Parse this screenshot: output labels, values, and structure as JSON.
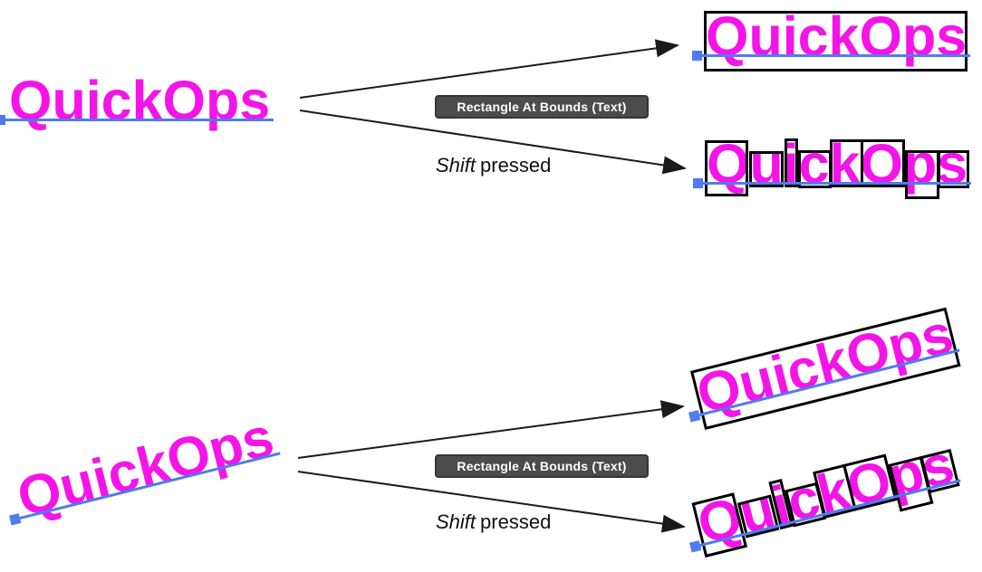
{
  "word": "QuickOps",
  "button_label": "Rectangle At Bounds (Text)",
  "shift_note": {
    "key": "Shift",
    "text": "pressed"
  },
  "colors": {
    "word_fill": "#F414E8",
    "baseline_blue": "#4F7BF0",
    "bounds_stroke": "#000000",
    "button_background": "#4C4C4C",
    "button_border": "#343434",
    "button_text": "#FFFFFF",
    "arrow_stroke": "#1A1A1A",
    "note_text": "#111111"
  }
}
